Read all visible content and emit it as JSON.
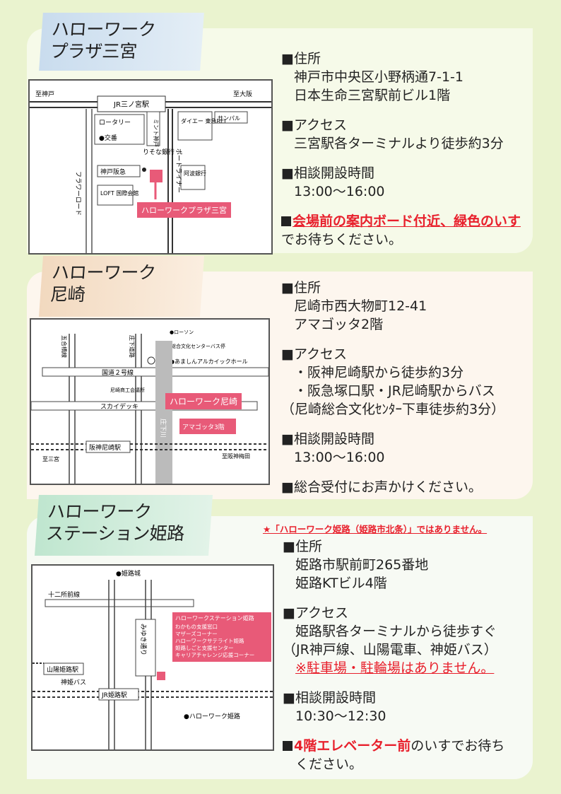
{
  "colors": {
    "page_bg": "#eaf3cf",
    "accent_red": "#e8202c",
    "pin_pink": "#e85a78"
  },
  "sections": [
    {
      "title_lines": [
        "ハローワーク",
        "プラザ三宮"
      ],
      "address_head": "■住所",
      "address_lines": [
        "神戸市中央区小野柄通7-1-1",
        "日本生命三宮駅前ビル1階"
      ],
      "access_head": "■アクセス",
      "access_lines": [
        "三宮駅各ターミナルより徒歩約3分"
      ],
      "hours_head": "■相談開設時間",
      "hours": "13:00～16:00",
      "note_red": "会場前の案内ボード付近、緑色のいす",
      "note_rest": "でお待ちください。",
      "map": {
        "to_west": "至神戸",
        "station": "JR三ノ宮駅",
        "to_east": "至大阪",
        "rotary": "ロータリー",
        "koban": "●交番",
        "mint": "ミント神戸",
        "daiei": "ダイエー 東急REI",
        "sanpal": "サンパル",
        "resona": "りそな銀行",
        "hankyu": "神戸阪急",
        "awa": "阿波銀行",
        "loft": "LOFT 国際会館",
        "flower": "フラワーロード",
        "portliner": "ポートライナー",
        "pin": "ハローワークプラザ三宮"
      }
    },
    {
      "title_lines": [
        "ハローワーク",
        "尼崎"
      ],
      "address_head": "■住所",
      "address_lines": [
        "尼崎市西大物町12-41",
        "アマゴッタ2階"
      ],
      "access_head": "■アクセス",
      "access_lines": [
        "・阪神尼崎駅から徒歩約3分",
        "・阪急塚口駅・JR尼崎駅からバス",
        "（尼崎総合文化ｾﾝﾀｰ下車徒歩約3分）"
      ],
      "hours_head": "■相談開設時間",
      "hours": "13:00～16:00",
      "note": "■総合受付にお声かけください。",
      "map": {
        "gochome": "五合橋線",
        "sannomiya": "庄下道路",
        "busstop": "尼崎総合文化センターバス停",
        "lawson": "●ローソン",
        "shokokaigi": "尼崎商工会議所",
        "archaic": "●あましんアルカイックホール",
        "route2": "国道２号線",
        "skydeck": "スカイデッキ",
        "river": "庄下川",
        "station": "阪神尼崎駅",
        "to_west": "至三宮",
        "to_east": "至阪神梅田",
        "amagotta": "アマゴッタ3階",
        "pin": "ハローワーク尼崎"
      }
    },
    {
      "title_lines": [
        "ハローワーク",
        "ステーション姫路"
      ],
      "notice": "★「ハローワーク姫路（姫路市北条）」ではありません。",
      "address_head": "■住所",
      "address_lines": [
        "姫路市駅前町265番地",
        "姫路KTビル4階"
      ],
      "access_head": "■アクセス",
      "access_lines": [
        "姫路駅各ターミナルから徒歩すぐ",
        "（JR神戸線、山陽電車、神姫バス）"
      ],
      "access_warning": "※駐車場・駐輪場はありません。",
      "hours_head": "■相談開設時間",
      "hours": "10:30～12:30",
      "note_red": "4階エレベーター前",
      "note_rest_1": "のいすでお待ち",
      "note_rest_2": "ください。",
      "map": {
        "castle": "●姫路城",
        "juni": "十二所前線",
        "miyuki": "みゆき通り",
        "sanyo": "山陽姫路駅",
        "shinki": "神姫バス",
        "jr": "JR姫路駅",
        "hw_himeji": "●ハローワーク姫路",
        "pin_title": "ハローワークステーション姫路",
        "pin_items": [
          "わかもの支援窓口",
          "マザーズコーナー",
          "ハローワークサテライト姫路",
          "姫路しごと支援センター",
          "キャリアチャレンジ応援コーナー"
        ]
      }
    }
  ]
}
